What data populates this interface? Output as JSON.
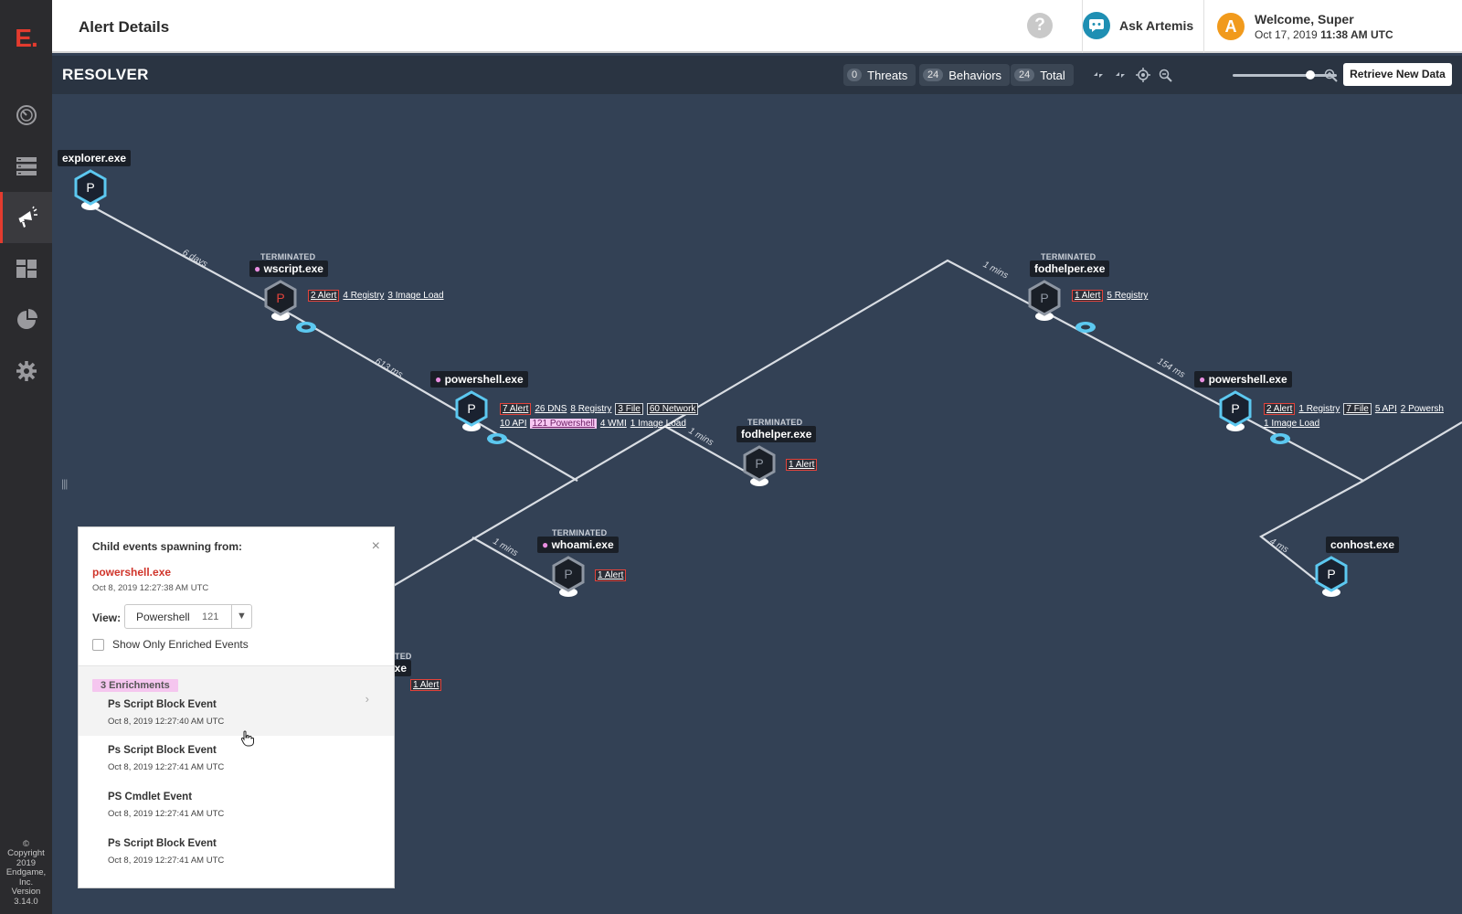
{
  "sidebar": {
    "logo": "E.",
    "items": [
      {
        "name": "dashboard",
        "icon": "gauge-icon"
      },
      {
        "name": "endpoints",
        "icon": "server-stack-icon"
      },
      {
        "name": "alerts",
        "icon": "megaphone-icon",
        "active": true
      },
      {
        "name": "investigations",
        "icon": "blocks-icon"
      },
      {
        "name": "reports",
        "icon": "pie-chart-icon"
      },
      {
        "name": "settings",
        "icon": "gear-icon"
      }
    ],
    "copyright": "© Copyright 2019 Endgame, Inc. Version 3.14.0",
    "copyright_lines": [
      "©",
      "Copyright",
      "2019",
      "Endgame,",
      "Inc.",
      "Version",
      "3.14.0"
    ]
  },
  "header": {
    "title": "Alert Details",
    "help": "?",
    "ask_label": "Ask Artemis",
    "avatar_letter": "A",
    "welcome": "Welcome, Super",
    "user_date": "Oct 17, 2019",
    "user_time": "11:38 AM UTC"
  },
  "resolver": {
    "title": "RESOLVER",
    "threats": {
      "count": "0",
      "label": "Threats"
    },
    "behaviors": {
      "count": "24",
      "label": "Behaviors"
    },
    "total": {
      "count": "24",
      "label": "Total"
    },
    "zoom_level": 0.77,
    "retrieve_label": "Retrieve New Data",
    "accent": "#5cc8f0"
  },
  "graph": {
    "nodes": [
      {
        "label": "explorer.exe",
        "letter": "P",
        "status": "",
        "tags": []
      },
      {
        "label": "wscript.exe",
        "letter": "P",
        "status": "TERMINATED",
        "tags": [
          "2 Alert",
          "4 Registry",
          "3 Image Load"
        ]
      },
      {
        "label": "powershell.exe",
        "letter": "P",
        "status": "",
        "tags": [
          "7 Alert",
          "26 DNS",
          "8 Registry",
          "3 File",
          "60 Network"
        ],
        "tags2": [
          "10 API",
          "121 Powershell",
          "4 WMI",
          "1 Image Load"
        ]
      },
      {
        "label": "fodhelper.exe",
        "letter": "P",
        "status": "TERMINATED",
        "tags": [
          "1 Alert"
        ]
      },
      {
        "label": "whoami.exe",
        "letter": "P",
        "status": "TERMINATED",
        "tags": [
          "1 Alert"
        ]
      },
      {
        "label": "fodhelper.exe",
        "letter": "P",
        "status": "TERMINATED",
        "tags": [
          "1 Alert",
          "5 Registry"
        ]
      },
      {
        "label": "powershell.exe",
        "letter": "P",
        "status": "",
        "tags": [
          "2 Alert",
          "1 Registry",
          "7 File",
          "5 API",
          "2 Powersh"
        ],
        "tags2": [
          "1 Image Load"
        ]
      },
      {
        "label": "conhost.exe",
        "letter": "P",
        "status": "",
        "tags": []
      },
      {
        "label": "exe",
        "letter": "",
        "status": "TED",
        "tags": [
          "1 Alert"
        ]
      }
    ],
    "edge_labels": [
      "6 days",
      "613 ms",
      "1 mins",
      "1 mins",
      "1 mins",
      "154 ms",
      "4 ms"
    ]
  },
  "panel": {
    "heading": "Child events spawning from:",
    "close": "×",
    "process": "powershell.exe",
    "process_date": "Oct 8, 2019 12:27:38 AM UTC",
    "view_label": "View:",
    "view_value": "Powershell",
    "view_count": "121",
    "checkbox_label": "Show Only Enriched Events",
    "enrichments": "3 Enrichments",
    "events": [
      {
        "title": "Ps Script Block Event",
        "date": "Oct 8, 2019 12:27:40 AM UTC"
      },
      {
        "title": "Ps Script Block Event",
        "date": "Oct 8, 2019 12:27:41 AM UTC"
      },
      {
        "title": "PS Cmdlet Event",
        "date": "Oct 8, 2019 12:27:41 AM UTC"
      },
      {
        "title": "Ps Script Block Event",
        "date": "Oct 8, 2019 12:27:41 AM UTC"
      }
    ]
  }
}
